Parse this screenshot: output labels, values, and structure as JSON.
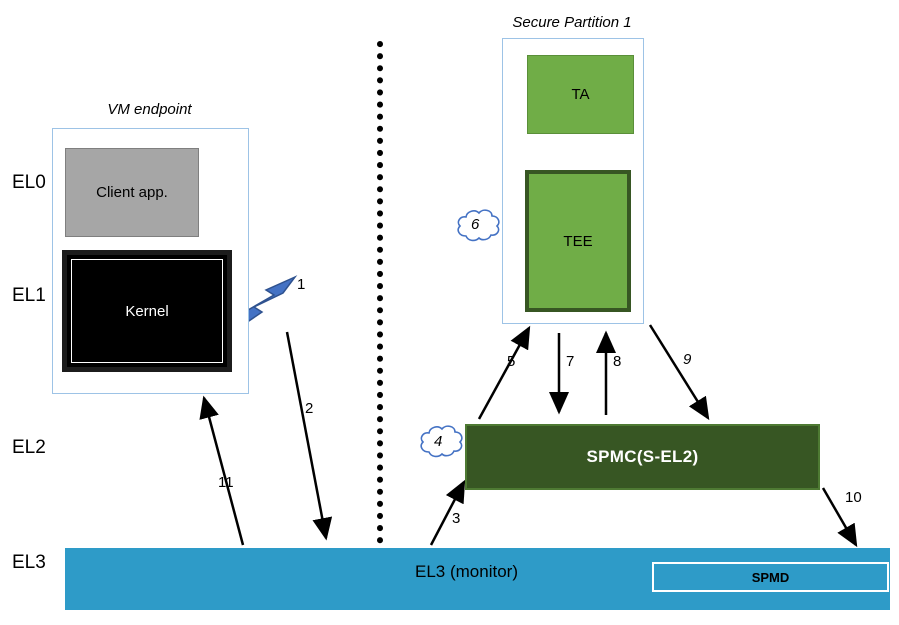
{
  "levels": {
    "el0": "EL0",
    "el1": "EL1",
    "el2": "EL2",
    "el3": "EL3"
  },
  "vm": {
    "title": "VM endpoint",
    "client_app": "Client app.",
    "kernel": "Kernel"
  },
  "secure_partition": {
    "title": "Secure Partition 1",
    "ta": "TA",
    "tee": "TEE"
  },
  "spmc_label": "SPMC(S-EL2)",
  "el3_bar": {
    "label": "EL3 (monitor)",
    "spmd": "SPMD"
  },
  "steps": {
    "s1": "1",
    "s2": "2",
    "s3": "3",
    "s4": "4",
    "s5": "5",
    "s6": "6",
    "s7": "7",
    "s8": "8",
    "s9": "9",
    "s10": "10",
    "s11": "11"
  },
  "icons": {
    "lightning": "lightning-bolt",
    "cloud4": "thought-cloud",
    "cloud6": "thought-cloud"
  },
  "colors": {
    "green": "#70AD47",
    "dark_green": "#375623",
    "bar_blue": "#2E9BC8",
    "gray": "#A6A6A6",
    "accent_blue": "#4472C4",
    "frame_border": "#9DC3E6"
  }
}
